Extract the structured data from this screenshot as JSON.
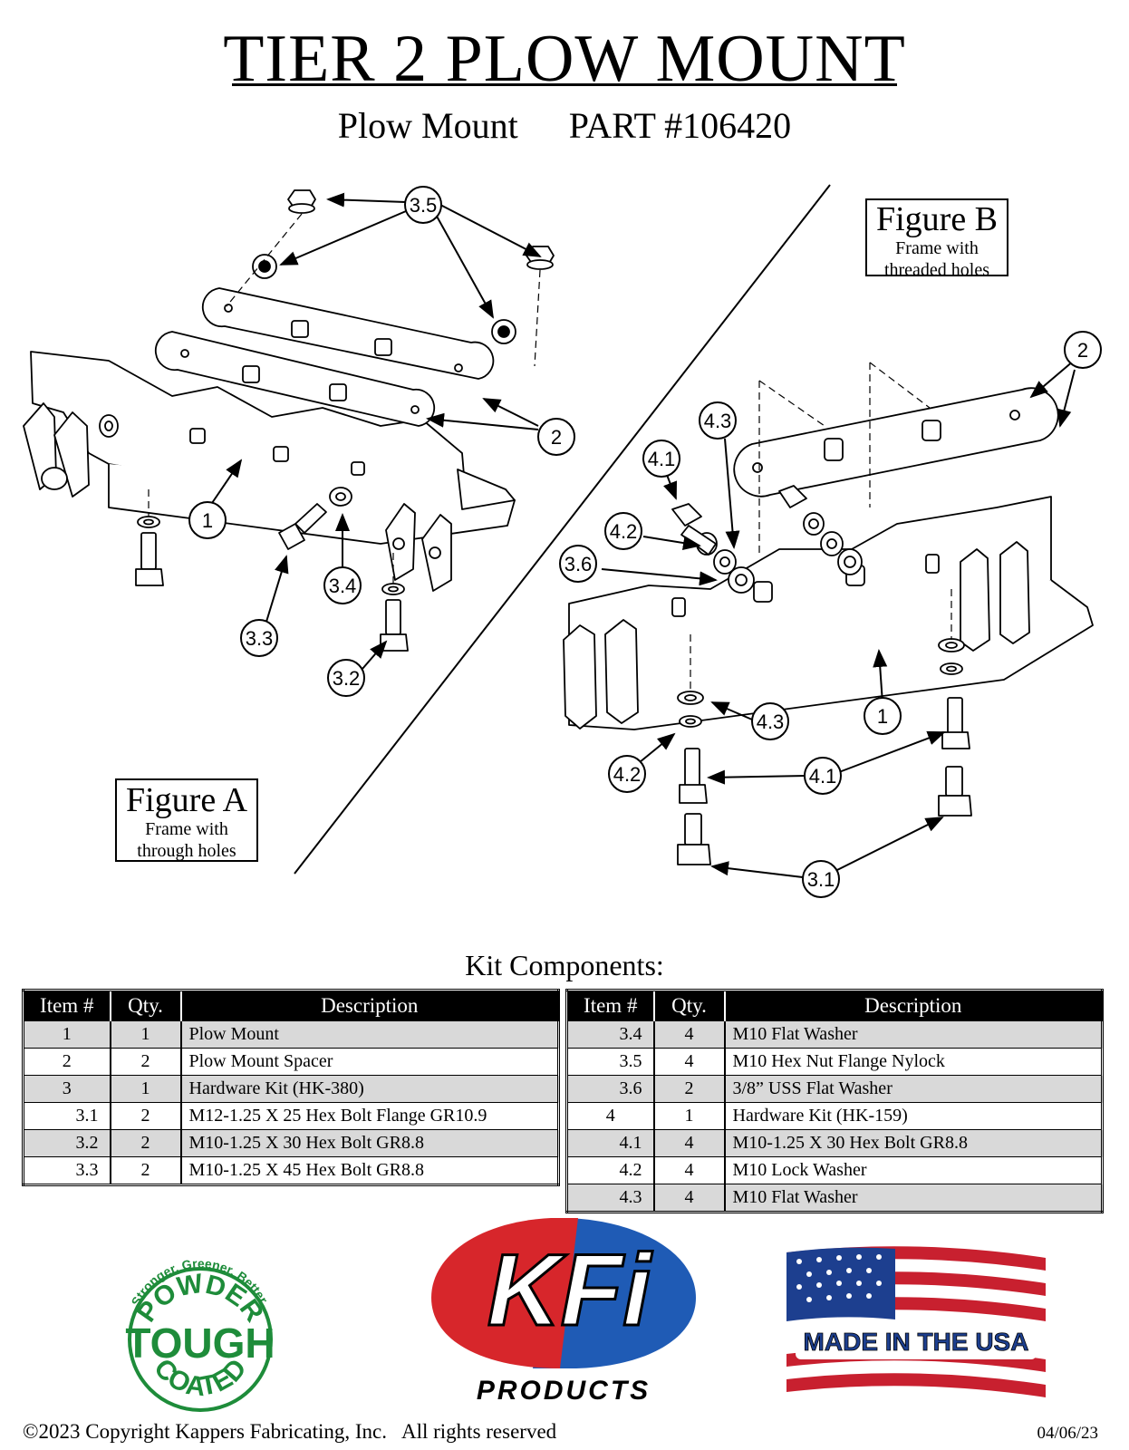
{
  "header": {
    "title": "TIER 2 PLOW MOUNT",
    "subtitle_left": "Plow Mount",
    "subtitle_right": "PART #106420"
  },
  "figure_a": {
    "title": "Figure A",
    "line1": "Frame with",
    "line2": "through holes"
  },
  "figure_b": {
    "title": "Figure B",
    "line1": "Frame with",
    "line2": "threaded holes"
  },
  "callouts_a": [
    "3.5",
    "2",
    "1",
    "3.4",
    "3.3",
    "3.2"
  ],
  "callouts_b": [
    "2",
    "4.3",
    "4.1",
    "4.2",
    "3.6",
    "4.3",
    "1",
    "4.2",
    "4.1",
    "3.1"
  ],
  "kit": {
    "heading": "Kit Components:",
    "columns": [
      "Item #",
      "Qty.",
      "Description"
    ],
    "left_rows": [
      {
        "item": "1",
        "qty": "1",
        "desc": "Plow Mount",
        "sub": false
      },
      {
        "item": "2",
        "qty": "2",
        "desc": "Plow Mount Spacer",
        "sub": false
      },
      {
        "item": "3",
        "qty": "1",
        "desc": "Hardware Kit (HK-380)",
        "sub": false
      },
      {
        "item": "3.1",
        "qty": "2",
        "desc": "M12-1.25 X 25 Hex Bolt Flange GR10.9",
        "sub": true
      },
      {
        "item": "3.2",
        "qty": "2",
        "desc": "M10-1.25 X 30 Hex Bolt GR8.8",
        "sub": true
      },
      {
        "item": "3.3",
        "qty": "2",
        "desc": "M10-1.25 X 45 Hex Bolt GR8.8",
        "sub": true
      }
    ],
    "right_rows": [
      {
        "item": "3.4",
        "qty": "4",
        "desc": "M10 Flat Washer",
        "sub": true
      },
      {
        "item": "3.5",
        "qty": "4",
        "desc": "M10 Hex Nut Flange Nylock",
        "sub": true
      },
      {
        "item": "3.6",
        "qty": "2",
        "desc": "3/8” USS Flat Washer",
        "sub": true
      },
      {
        "item": "4",
        "qty": "1",
        "desc": "Hardware Kit (HK-159)",
        "sub": false
      },
      {
        "item": "4.1",
        "qty": "4",
        "desc": "M10-1.25 X 30 Hex Bolt GR8.8",
        "sub": true
      },
      {
        "item": "4.2",
        "qty": "4",
        "desc": "M10 Lock Washer",
        "sub": true
      },
      {
        "item": "4.3",
        "qty": "4",
        "desc": "M10 Flat Washer",
        "sub": true
      }
    ]
  },
  "logos": {
    "powder": {
      "arc_top": "Stronger. Greener. Better.",
      "word1": "POWDER",
      "word2": "TOUGH",
      "word3": "COATED",
      "color": "#1e8c3a"
    },
    "kfi": {
      "word": "KFi",
      "sub": "PRODUCTS",
      "red": "#d7262b",
      "blue": "#1f5bb5"
    },
    "usa": {
      "text": "MADE IN THE USA",
      "red": "#c8202f",
      "blue": "#1d3f8f"
    }
  },
  "footer": {
    "copyright": "©2023 Copyright Kappers Fabricating, Inc.   All rights reserved",
    "date": "04/06/23"
  }
}
